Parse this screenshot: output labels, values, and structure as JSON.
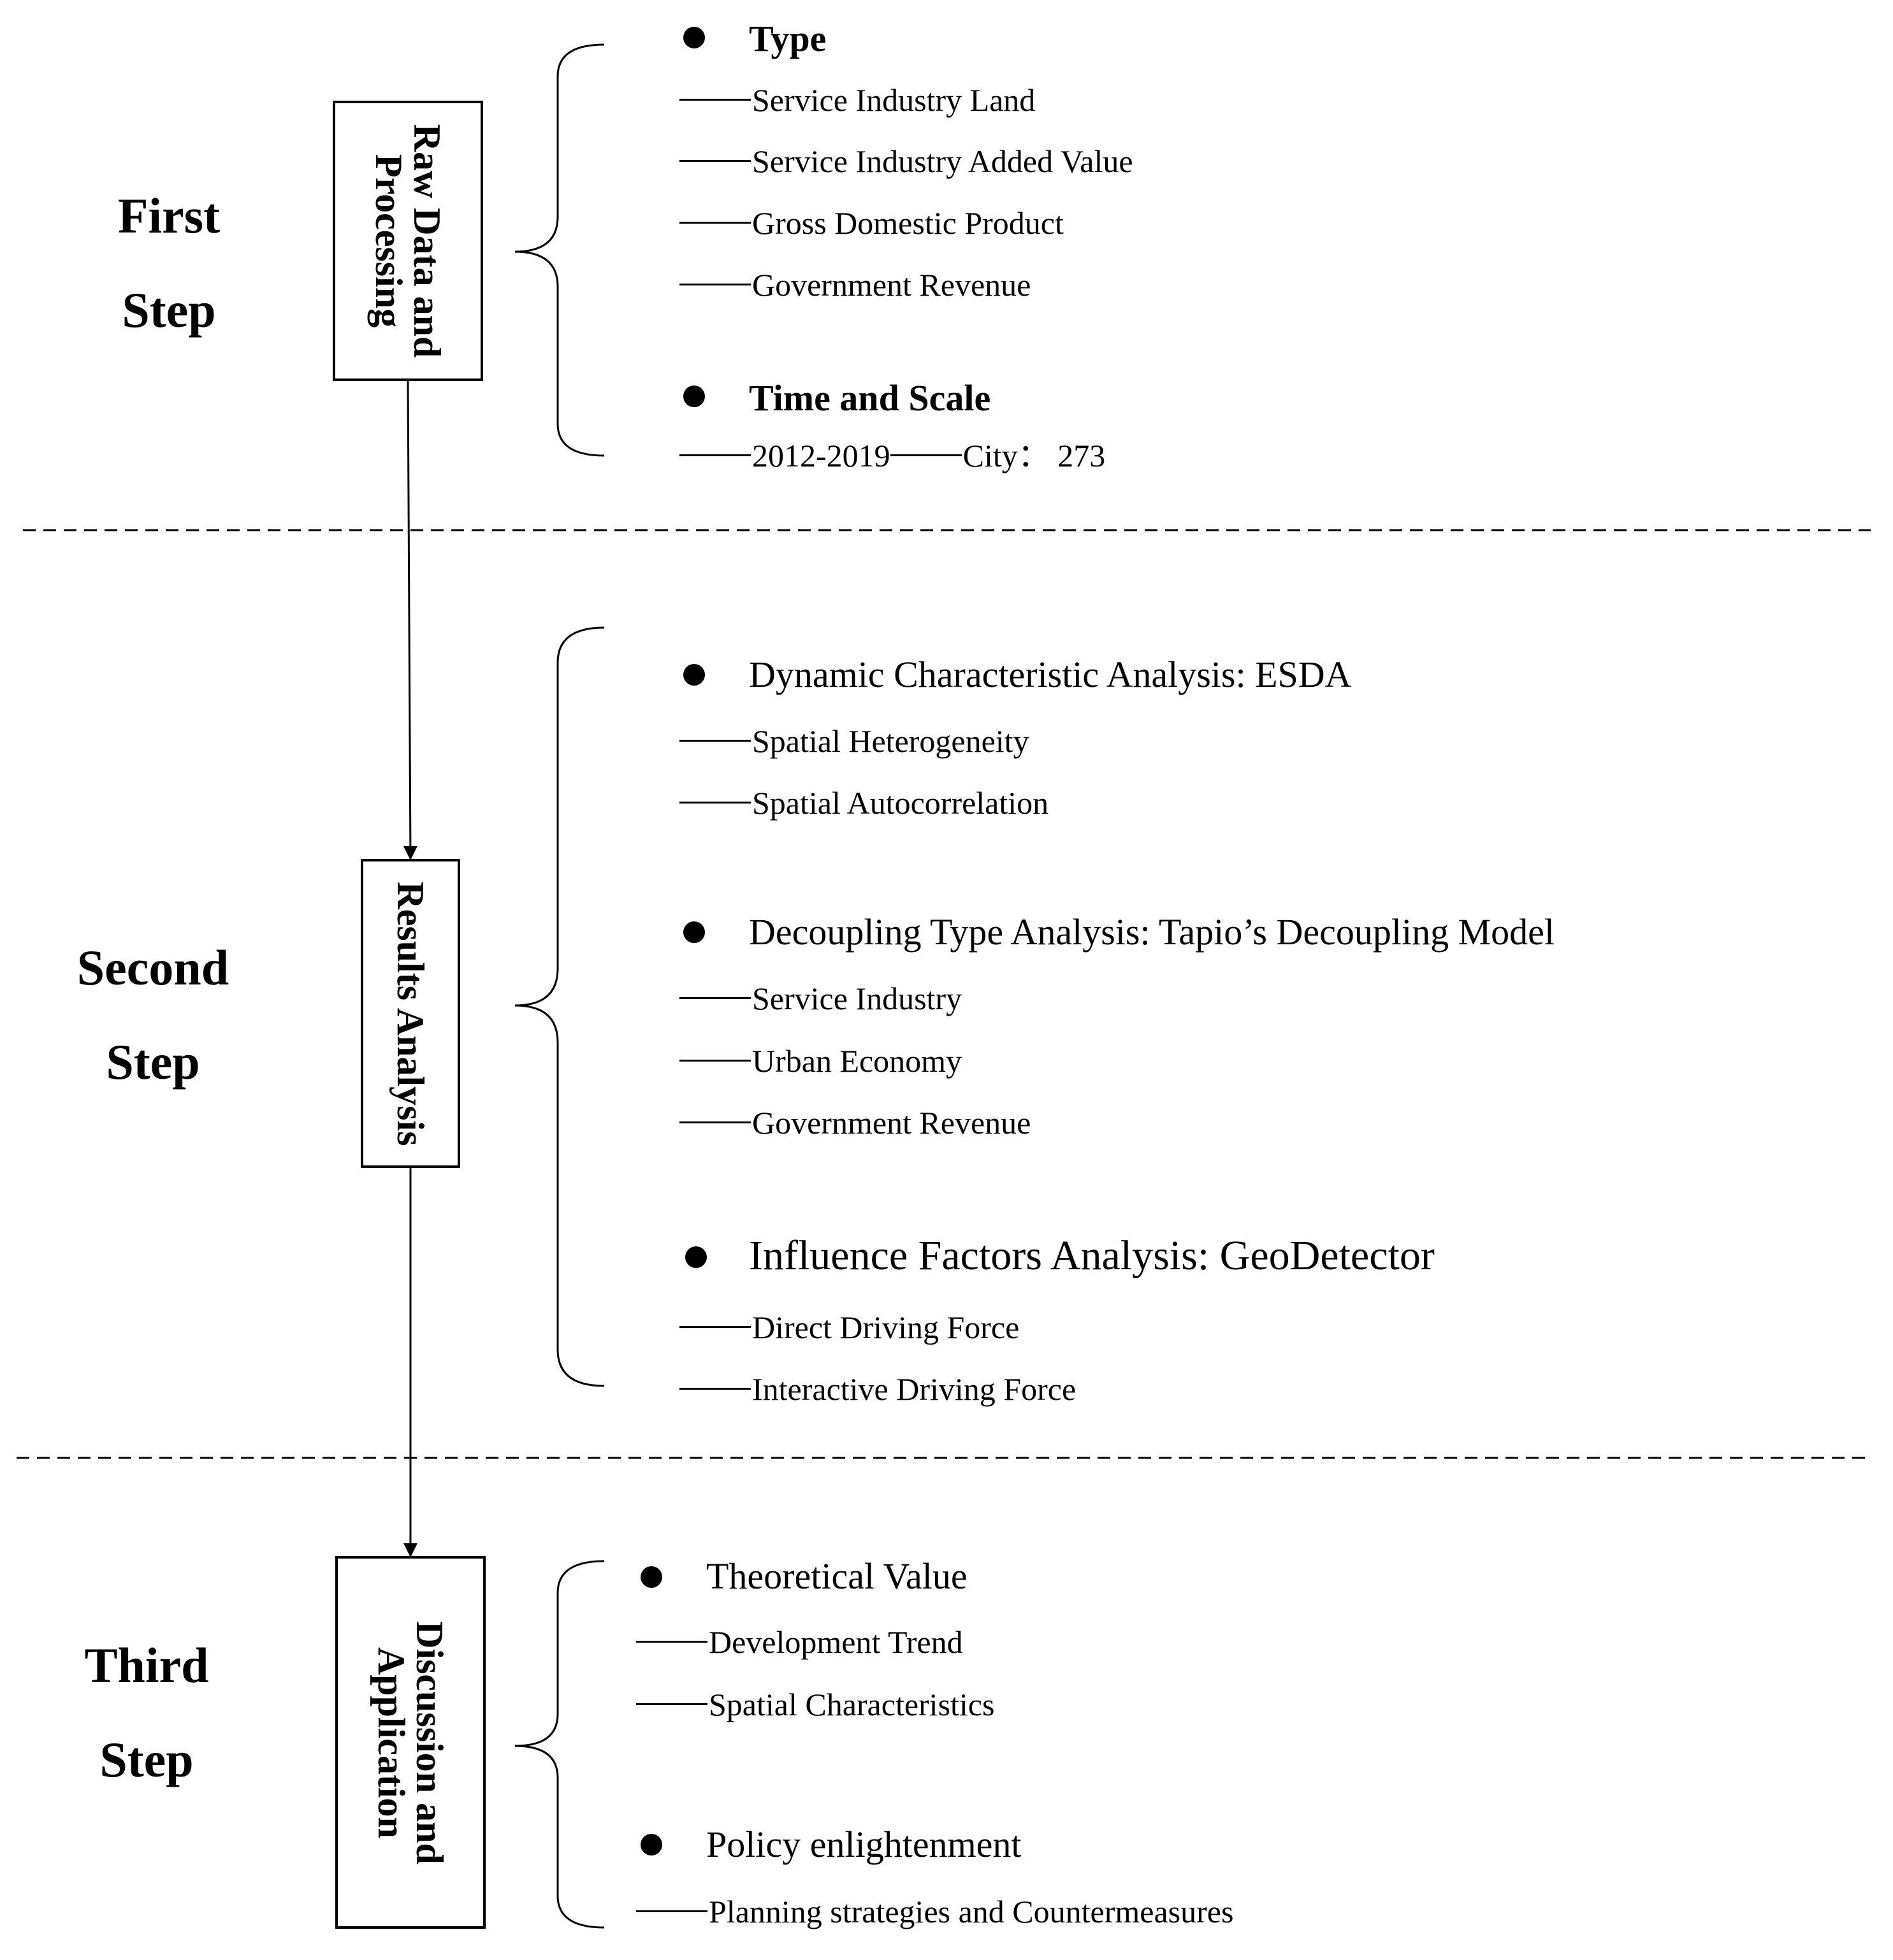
{
  "steps": [
    {
      "step_label_line1": "First",
      "step_label_line2": "Step",
      "box_line1": "Raw Data and",
      "box_line2": "Processing",
      "groups": [
        {
          "heading": "Type",
          "items": [
            "Service  Industry Land",
            "Service  Industry Added Value",
            "Gross Domestic  Product",
            "Government  Revenue"
          ]
        },
        {
          "heading": "Time  and  Scale",
          "items": [
            "2012-2019"
          ],
          "inline_item": "City： 273"
        }
      ]
    },
    {
      "step_label_line1": "Second",
      "step_label_line2": "Step",
      "box_line1": "Results Analysis",
      "groups": [
        {
          "heading": "Dynamic  Characteristic  Analysis:  ESDA",
          "items": [
            "Spatial  Heterogeneity",
            "Spatial  Autocorrelation"
          ]
        },
        {
          "heading": "Decoupling  Type Analysis:  Tapio’s Decoupling  Model",
          "items": [
            "Service  Industry",
            "Urban  Economy",
            "Government  Revenue"
          ]
        },
        {
          "heading": "Influence  Factors  Analysis:  GeoDetector",
          "items": [
            "Direct  Driving  Force",
            "Interactive  Driving  Force"
          ]
        }
      ]
    },
    {
      "step_label_line1": "Third",
      "step_label_line2": "Step",
      "box_line1": "Discussion  and",
      "box_line2": "Application",
      "groups": [
        {
          "heading": "Theoretical  Value",
          "items": [
            "Development  Trend",
            "Spatial  Characteristics"
          ]
        },
        {
          "heading": "Policy  enlightenment",
          "items": [
            "Planning  strategies  and  Countermeasures"
          ]
        }
      ]
    }
  ]
}
